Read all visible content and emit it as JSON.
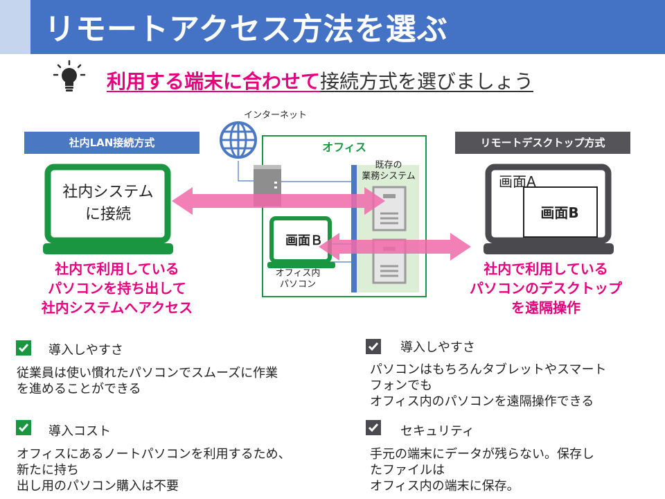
{
  "slide": {
    "title": "リモートアクセス方法を選ぶ",
    "subtitle_highlight": "利用する端末に合わせて",
    "subtitle_rest": "接続方式を選びましょう"
  },
  "diagram": {
    "lan_header": "社内LAN接続方式",
    "rd_header": "リモートデスクトップ方式",
    "internet_label": "インターネット",
    "office_label": "オフィス",
    "legacy_system_label_line1": "既存の",
    "legacy_system_label_line2": "業務システム",
    "office_pc_label_line1": "オフィス内",
    "office_pc_label_line2": "パソコン",
    "lan_laptop_line1": "社内システム",
    "lan_laptop_line2": "に接続",
    "office_screen_label": "画面Ｂ",
    "screen_a_label": "画面A",
    "screen_b_label": "画面B",
    "lan_caption_line1": "社内で利用している",
    "lan_caption_line2": "パソコンを持ち出して",
    "lan_caption_line3": "社内システムへアクセス",
    "rd_caption_line1": "社内で利用している",
    "rd_caption_line2": "パソコンのデスクトップ",
    "rd_caption_line3": "を遠隔操作"
  },
  "left_list": [
    {
      "title": "導入しやすさ",
      "body_line1": "従業員は使い慣れたパソコンでスムーズに作業",
      "body_line2": "を進めることができる",
      "body_line3": ""
    },
    {
      "title": "導入コスト",
      "body_line1": "オフィスにあるノートパソコンを利用するため、",
      "body_line2": "新たに持ち",
      "body_line3": "出し用のパソコン購入は不要"
    }
  ],
  "right_list": [
    {
      "title": "導入しやすさ",
      "body_line1": "パソコンはもちろんタブレットやスマート",
      "body_line2": "フォンでも",
      "body_line3": "オフィス内のパソコンを遠隔操作できる"
    },
    {
      "title": "セキュリティ",
      "body_line1": "手元の端末にデータが残らない。保存し",
      "body_line2": "たファイルは",
      "body_line3": "オフィス内の端末に保存。"
    }
  ],
  "colors": {
    "title_bar": "#4472c4",
    "accent_pink": "#e6007e",
    "office_green": "#1a9641",
    "lan_blue": "#4a78c2",
    "rd_gray": "#555559"
  },
  "icons": {
    "subtitle_icon": "lightbulb-icon",
    "internet_icon": "globe-icon",
    "check_icon": "checkbox-icon"
  }
}
